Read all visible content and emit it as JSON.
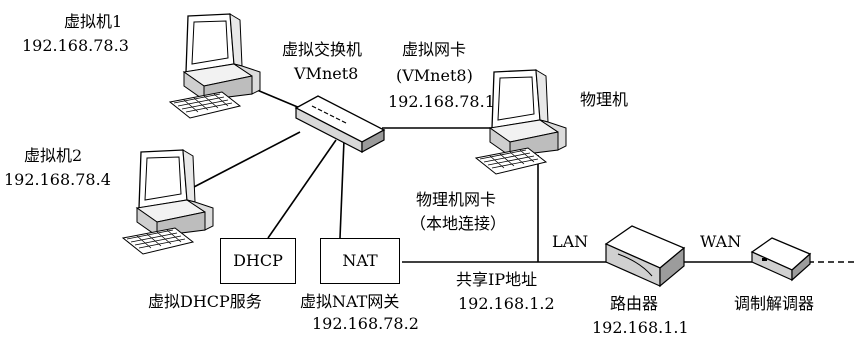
{
  "vm1": {
    "name": "虚拟机1",
    "ip": "192.168.78.3"
  },
  "vm2": {
    "name": "虚拟机2",
    "ip": "192.168.78.4"
  },
  "switch": {
    "name": "虚拟交换机",
    "id": "VMnet8"
  },
  "vnic": {
    "name": "虚拟网卡",
    "id": "(VMnet8)",
    "ip": "192.168.78.1"
  },
  "host": {
    "name": "物理机"
  },
  "host_nic": {
    "name": "物理机网卡",
    "sub": "（本地连接）"
  },
  "dhcp": {
    "box": "DHCP",
    "desc": "虚拟DHCP服务"
  },
  "nat": {
    "box": "NAT",
    "desc": "虚拟NAT网关",
    "ip": "192.168.78.2"
  },
  "shared": {
    "label": "共享IP地址",
    "ip": "192.168.1.2"
  },
  "lan": "LAN",
  "wan": "WAN",
  "router": {
    "name": "路由器",
    "ip": "192.168.1.1"
  },
  "modem": {
    "name": "调制解调器"
  }
}
